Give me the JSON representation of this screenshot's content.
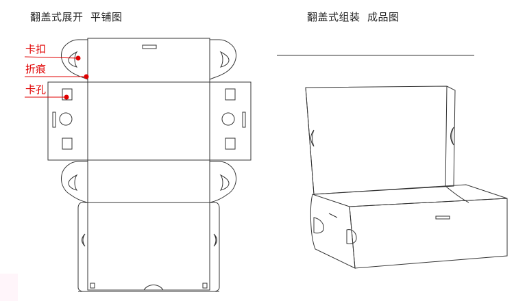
{
  "titles": {
    "left": "翻盖式展开  平铺图",
    "right": "翻盖式组装  成品图"
  },
  "annotations": [
    "卡扣",
    "折痕",
    "卡孔"
  ],
  "colors": {
    "line": "#333333",
    "annotation": "#e00000"
  }
}
